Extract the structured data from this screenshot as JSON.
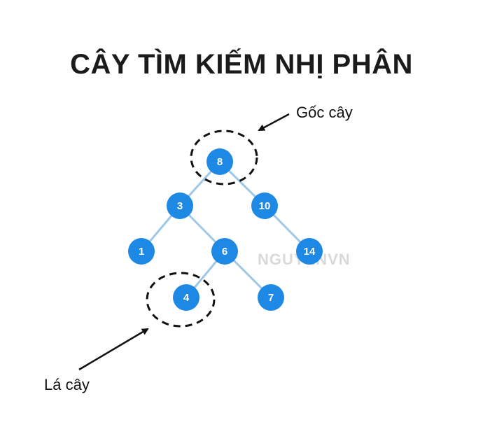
{
  "title": "CÂY TÌM KIẾM NHỊ PHÂN",
  "labels": {
    "root": "Gốc cây",
    "leaf": "Lá cây"
  },
  "watermark": "NGUYENVN",
  "colors": {
    "node_fill": "#1e88e5",
    "edge": "#9ec8e6",
    "text": "#1b1b1b"
  },
  "tree": {
    "nodes": [
      {
        "id": "8",
        "value": "8"
      },
      {
        "id": "3",
        "value": "3"
      },
      {
        "id": "10",
        "value": "10"
      },
      {
        "id": "1",
        "value": "1"
      },
      {
        "id": "6",
        "value": "6"
      },
      {
        "id": "14",
        "value": "14"
      },
      {
        "id": "4",
        "value": "4"
      },
      {
        "id": "7",
        "value": "7"
      }
    ],
    "edges": [
      [
        "8",
        "3"
      ],
      [
        "8",
        "10"
      ],
      [
        "3",
        "1"
      ],
      [
        "3",
        "6"
      ],
      [
        "10",
        "14"
      ],
      [
        "6",
        "4"
      ],
      [
        "6",
        "7"
      ]
    ],
    "highlighted_root": "8",
    "highlighted_leaf": "4"
  }
}
